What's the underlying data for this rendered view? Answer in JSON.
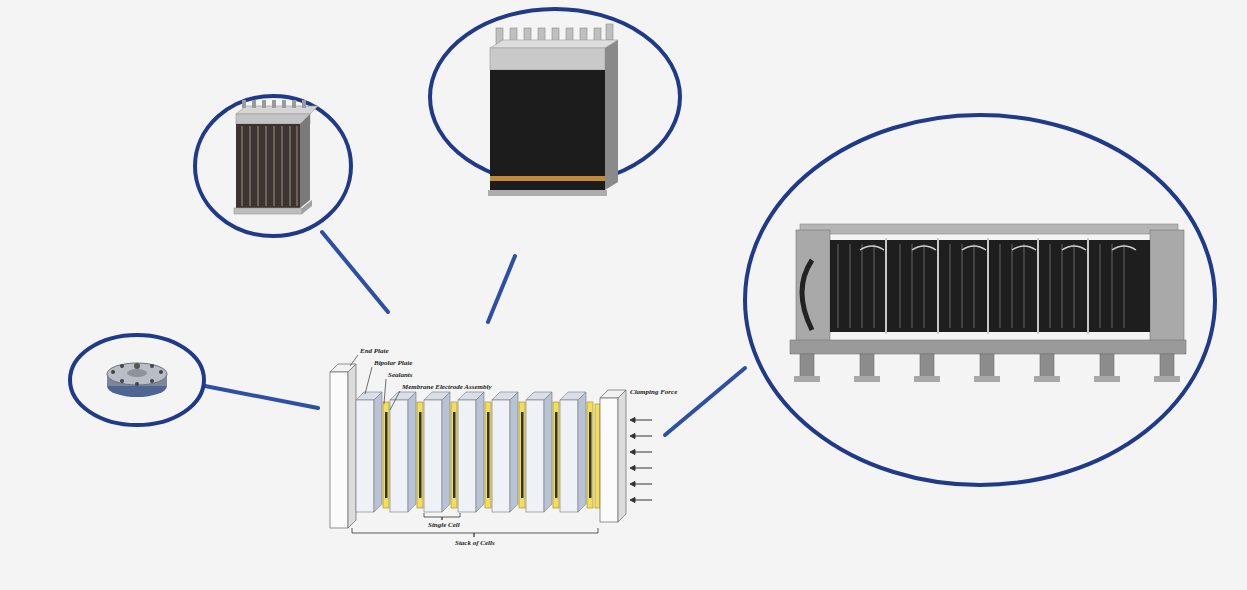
{
  "diagram": {
    "labels": [
      "End Plate",
      "Bipolar Plate",
      "Sealants",
      "Membrane Electrode Assembly",
      "Clamping Force",
      "Single Cell",
      "Stack of Cells"
    ]
  }
}
